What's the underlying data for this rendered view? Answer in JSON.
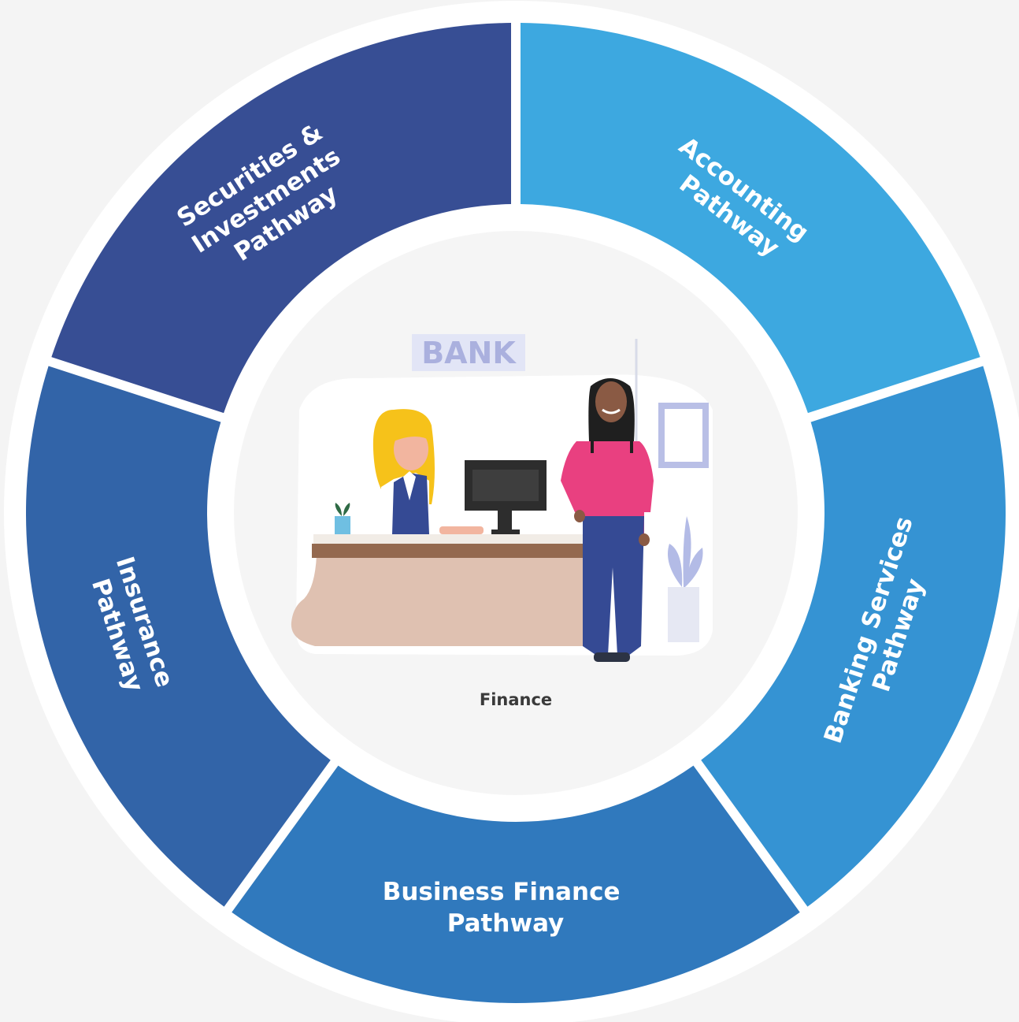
{
  "center": {
    "caption": "Finance",
    "bank_sign": "BANK"
  },
  "segments": [
    {
      "key": "securities",
      "lines": [
        "Securities &",
        "Investments",
        "Pathway"
      ],
      "color": "#374e94"
    },
    {
      "key": "accounting",
      "lines": [
        "Accounting",
        "Pathway"
      ],
      "color": "#3da8e0"
    },
    {
      "key": "banking",
      "lines": [
        "Banking Services",
        "Pathway"
      ],
      "color": "#3593d3"
    },
    {
      "key": "business",
      "lines": [
        "Business Finance",
        "Pathway"
      ],
      "color": "#3079bd"
    },
    {
      "key": "insurance",
      "lines": [
        "Insurance",
        "Pathway"
      ],
      "color": "#3264a8"
    }
  ],
  "colors": {
    "background": "#f4f4f4",
    "ring_border": "#ffffff",
    "inner_circle": "#f5f5f5"
  }
}
